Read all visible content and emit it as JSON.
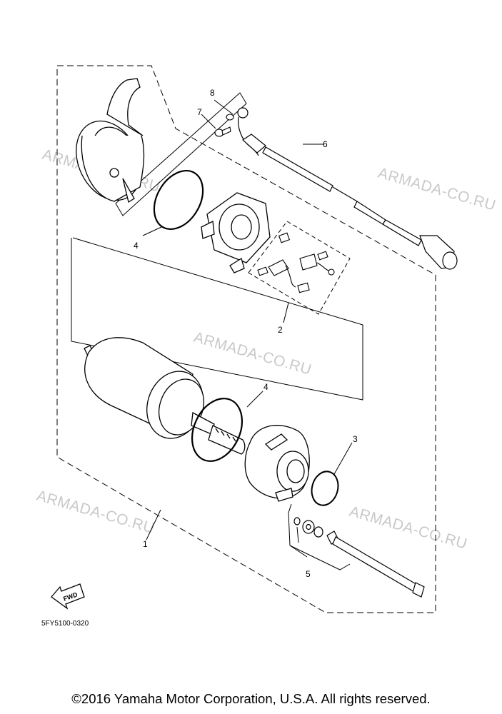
{
  "watermark": "ARMADA-CO.RU",
  "callouts": {
    "p1": "1",
    "p2": "2",
    "p3": "3",
    "p4a": "4",
    "p4b": "4",
    "p5": "5",
    "p6": "6",
    "p7": "7",
    "p8": "8"
  },
  "fwd_label": "FWD",
  "part_code": "5FY5100-0320",
  "copyright": "©2016 Yamaha Motor Corporation, U.S.A. All rights reserved."
}
